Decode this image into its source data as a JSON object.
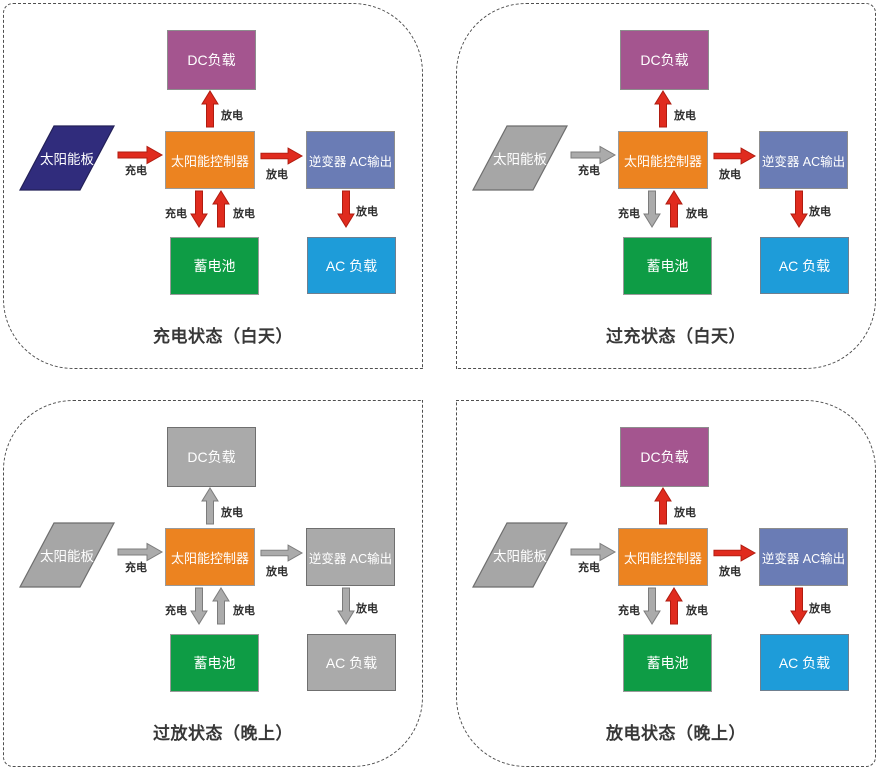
{
  "page": {
    "background": "#ffffff",
    "description_labels": {
      "charge": "充电",
      "discharge": "放电"
    },
    "palette": {
      "red_arrow": "#E02B1E",
      "gray_arrow": "#ABABAB",
      "navy_panel": "#302C7C",
      "gray_panel": "#A6A6A6",
      "orange_controller": "#EC8320",
      "purple_dc_load": "#A4558F",
      "slate_inverter": "#6A7CB5",
      "green_battery": "#0E9C45",
      "blue_ac_load": "#1E9CD9",
      "gray_box": "#AAAAAA",
      "dashed_border": "#4f4f4f"
    }
  },
  "quadrants": [
    {
      "title": "充电状态（白天）",
      "nodes": {
        "panel": {
          "label": "太阳能板",
          "fill": "#302C7C",
          "stroke": "#232058"
        },
        "dc_load": {
          "label": "DC负载",
          "fill": "#A4558F",
          "border": "#8d8d8d"
        },
        "controller": {
          "label": "太阳能控制器",
          "fill": "#EC8320",
          "border": "#9a9a9a"
        },
        "inverter": {
          "label": "逆变器 AC输出",
          "fill": "#6A7CB5",
          "border": "#8d8d8d"
        },
        "battery": {
          "label": "蓄电池",
          "fill": "#0E9C45",
          "border": "#9a9a9a"
        },
        "ac_load": {
          "label": "AC 负载",
          "fill": "#1E9CD9",
          "border": "#6f7f8f"
        }
      },
      "arrows": {
        "panel_to_controller": {
          "label": "充电",
          "fill": "#E02B1E",
          "stroke": "#B01C10"
        },
        "controller_to_dc": {
          "label": "放电",
          "fill": "#E02B1E",
          "stroke": "#B01C10"
        },
        "controller_to_inverter": {
          "label": "放电",
          "fill": "#E02B1E",
          "stroke": "#B01C10"
        },
        "controller_to_battery": {
          "label": "充电",
          "fill": "#E02B1E",
          "stroke": "#B01C10"
        },
        "battery_to_controller": {
          "label": "放电",
          "fill": "#E02B1E",
          "stroke": "#B01C10"
        },
        "inverter_to_ac": {
          "label": "放电",
          "fill": "#E02B1E",
          "stroke": "#B01C10"
        }
      }
    },
    {
      "title": "过充状态（白天）",
      "nodes": {
        "panel": {
          "label": "太阳能板",
          "fill": "#A6A6A6",
          "stroke": "#6E6E6E"
        },
        "dc_load": {
          "label": "DC负载",
          "fill": "#A4558F",
          "border": "#8d8d8d"
        },
        "controller": {
          "label": "太阳能控制器",
          "fill": "#EC8320",
          "border": "#9a9a9a"
        },
        "inverter": {
          "label": "逆变器 AC输出",
          "fill": "#6A7CB5",
          "border": "#8d8d8d"
        },
        "battery": {
          "label": "蓄电池",
          "fill": "#0E9C45",
          "border": "#9a9a9a"
        },
        "ac_load": {
          "label": "AC 负载",
          "fill": "#1E9CD9",
          "border": "#6f7f8f"
        }
      },
      "arrows": {
        "panel_to_controller": {
          "label": "充电",
          "fill": "#ABABAB",
          "stroke": "#7C7C7C"
        },
        "controller_to_dc": {
          "label": "放电",
          "fill": "#E02B1E",
          "stroke": "#B01C10"
        },
        "controller_to_inverter": {
          "label": "放电",
          "fill": "#E02B1E",
          "stroke": "#B01C10"
        },
        "controller_to_battery": {
          "label": "充电",
          "fill": "#ABABAB",
          "stroke": "#7C7C7C"
        },
        "battery_to_controller": {
          "label": "放电",
          "fill": "#E02B1E",
          "stroke": "#B01C10"
        },
        "inverter_to_ac": {
          "label": "放电",
          "fill": "#E02B1E",
          "stroke": "#B01C10"
        }
      }
    },
    {
      "title": "过放状态（晚上）",
      "nodes": {
        "panel": {
          "label": "太阳能板",
          "fill": "#A6A6A6",
          "stroke": "#6E6E6E"
        },
        "dc_load": {
          "label": "DC负载",
          "fill": "#AAAAAA",
          "border": "#6F6F6F"
        },
        "controller": {
          "label": "太阳能控制器",
          "fill": "#EC8320",
          "border": "#9a9a9a"
        },
        "inverter": {
          "label": "逆变器 AC输出",
          "fill": "#AAAAAA",
          "border": "#6F6F6F"
        },
        "battery": {
          "label": "蓄电池",
          "fill": "#0E9C45",
          "border": "#9a9a9a"
        },
        "ac_load": {
          "label": "AC 负载",
          "fill": "#AAAAAA",
          "border": "#6F6F6F"
        }
      },
      "arrows": {
        "panel_to_controller": {
          "label": "充电",
          "fill": "#ABABAB",
          "stroke": "#7C7C7C"
        },
        "controller_to_dc": {
          "label": "放电",
          "fill": "#ABABAB",
          "stroke": "#7C7C7C"
        },
        "controller_to_inverter": {
          "label": "放电",
          "fill": "#ABABAB",
          "stroke": "#7C7C7C"
        },
        "controller_to_battery": {
          "label": "充电",
          "fill": "#ABABAB",
          "stroke": "#7C7C7C"
        },
        "battery_to_controller": {
          "label": "放电",
          "fill": "#ABABAB",
          "stroke": "#7C7C7C"
        },
        "inverter_to_ac": {
          "label": "放电",
          "fill": "#ABABAB",
          "stroke": "#7C7C7C"
        }
      }
    },
    {
      "title": "放电状态（晚上）",
      "nodes": {
        "panel": {
          "label": "太阳能板",
          "fill": "#A6A6A6",
          "stroke": "#6E6E6E"
        },
        "dc_load": {
          "label": "DC负载",
          "fill": "#A4558F",
          "border": "#8d8d8d"
        },
        "controller": {
          "label": "太阳能控制器",
          "fill": "#EC8320",
          "border": "#9a9a9a"
        },
        "inverter": {
          "label": "逆变器 AC输出",
          "fill": "#6A7CB5",
          "border": "#8d8d8d"
        },
        "battery": {
          "label": "蓄电池",
          "fill": "#0E9C45",
          "border": "#9a9a9a"
        },
        "ac_load": {
          "label": "AC 负载",
          "fill": "#1E9CD9",
          "border": "#6f7f8f"
        }
      },
      "arrows": {
        "panel_to_controller": {
          "label": "充电",
          "fill": "#ABABAB",
          "stroke": "#7C7C7C"
        },
        "controller_to_dc": {
          "label": "放电",
          "fill": "#E02B1E",
          "stroke": "#B01C10"
        },
        "controller_to_inverter": {
          "label": "放电",
          "fill": "#E02B1E",
          "stroke": "#B01C10"
        },
        "controller_to_battery": {
          "label": "充电",
          "fill": "#ABABAB",
          "stroke": "#7C7C7C"
        },
        "battery_to_controller": {
          "label": "放电",
          "fill": "#E02B1E",
          "stroke": "#B01C10"
        },
        "inverter_to_ac": {
          "label": "放电",
          "fill": "#E02B1E",
          "stroke": "#B01C10"
        }
      }
    }
  ]
}
